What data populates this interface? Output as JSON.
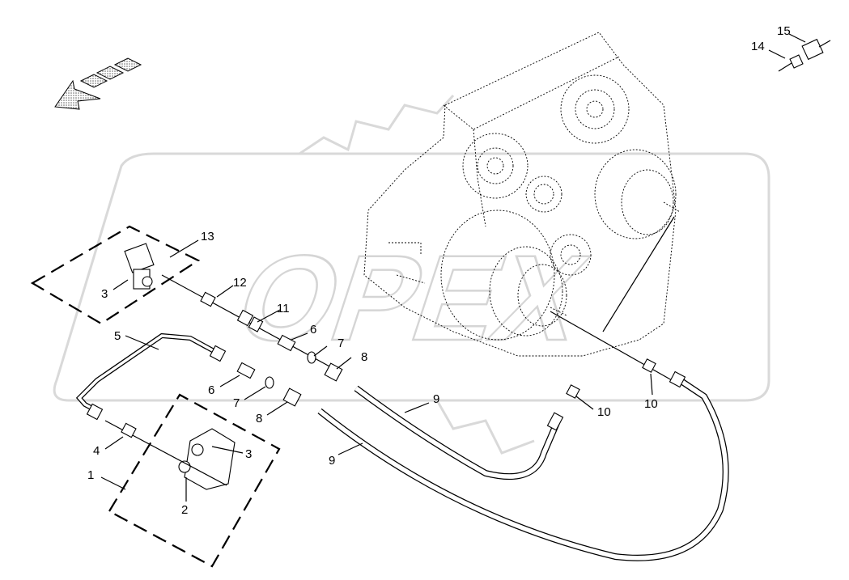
{
  "callouts": {
    "c1": "1",
    "c2": "2",
    "c3a": "3",
    "c3b": "3",
    "c4": "4",
    "c5": "5",
    "c6a": "6",
    "c6b": "6",
    "c7a": "7",
    "c7b": "7",
    "c8a": "8",
    "c8b": "8",
    "c9a": "9",
    "c9b": "9",
    "c10a": "10",
    "c10b": "10",
    "c11": "11",
    "c12": "12",
    "c13": "13",
    "c14": "14",
    "c15": "15"
  },
  "watermark_text": "OPEX",
  "colors": {
    "line": "#000000",
    "watermark": "#d9d9d9",
    "background": "#ffffff",
    "arrow_fill": "#bbbbbb"
  }
}
